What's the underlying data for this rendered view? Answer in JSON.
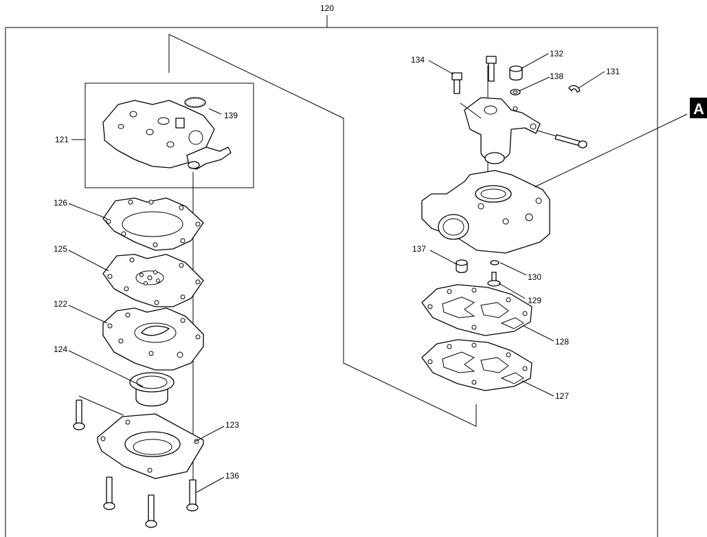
{
  "labels": {
    "p120": "120",
    "p121": "121",
    "p122": "122",
    "p123": "123",
    "p124": "124",
    "p125": "125",
    "p126": "126",
    "p127": "127",
    "p128": "128",
    "p129": "129",
    "p130": "130",
    "p131": "131",
    "p132": "132",
    "p134": "134",
    "p136": "136",
    "p137": "137",
    "p138": "138",
    "p139": "139"
  },
  "ref_marker": "A"
}
